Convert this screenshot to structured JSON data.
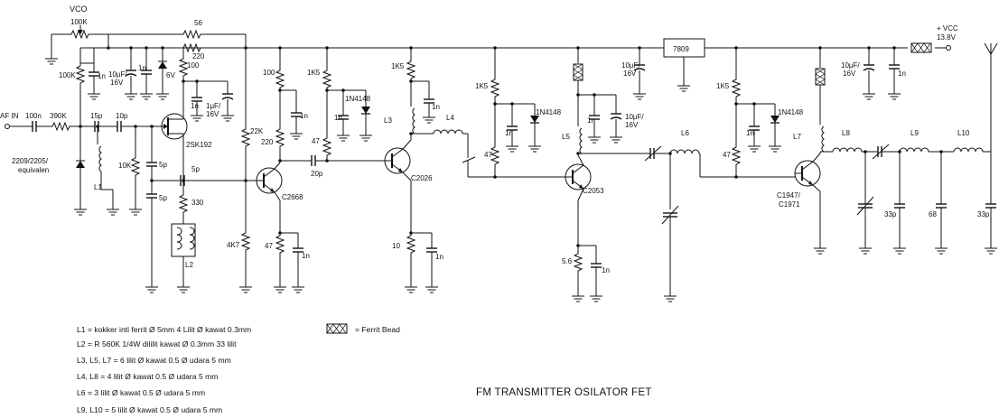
{
  "labels": {
    "vco": "VCO",
    "vcc": "+ VCC",
    "vcc_val": "13.8V",
    "af_in": "AF IN",
    "r_100k_top": "100K",
    "r_100k_left": "100K",
    "r_56": "56",
    "r_220_top": "220",
    "r_100_a": "100",
    "r_390k": "390K",
    "c_100n": "100n",
    "c_15p": "15p",
    "c_10p": "10p",
    "c_1n_a": "1n",
    "c_10uf_a": "10μF/",
    "c_16v_a": "16V",
    "c_1n_b": "1n",
    "z_6v": "6V",
    "c_1n_c": "1n",
    "c_1uf": "1μF/",
    "c_16v_b": "16V",
    "fet": "2SK192",
    "r_22k": "22K",
    "varicap": "2209/2205/",
    "varicap2": "equivalen",
    "l1": "L1",
    "r_10k": "10K",
    "c_5p_a": "5p",
    "c_5p_b": "5p",
    "c_5p_c": "5p",
    "r_330": "330",
    "l2": "L2",
    "r_4k7": "4K7",
    "r_100_b": "100",
    "c_1n_d": "1n",
    "r_220_b": "220",
    "q1": "C2668",
    "r_47_a": "47",
    "c_1n_e": "1n",
    "r_1k5_a": "1K5",
    "d1": "1N4148",
    "c_1n_f": "1n",
    "r_47_b": "47",
    "c_20p": "20p",
    "r_1k5_b": "1K5",
    "c_1n_g": "1n",
    "l3": "L3",
    "l4": "L4",
    "q2": "C2026",
    "r_10": "10",
    "c_1n_h": "1n",
    "r_1k5_c": "1K5",
    "d2": "1N4148",
    "c_1n_i": "1n",
    "r_47_c": "47",
    "c_1n_j": "1n",
    "c_10uf_b": "10μF/",
    "c_16v_c": "16V",
    "c_1n_k": "1n",
    "c_10uf_c": "10μF/",
    "c_16v_d": "16V",
    "l5": "L5",
    "q3": "C2053",
    "r_5_6": "5.6",
    "c_1n_l": "1n",
    "l6": "L6",
    "reg": "7809",
    "r_1k5_d": "1K5",
    "d3": "1N4148",
    "c_1n_m": "1n",
    "r_47_d": "47",
    "c_10uf_d": "10μF/",
    "c_16v_e": "16V",
    "c_1n_n": "1n",
    "l7": "L7",
    "q4": "C1947/",
    "q4b": "C1971",
    "l8": "L8",
    "l9": "L9",
    "l10": "L10",
    "c_33p_a": "33p",
    "c_68": "68",
    "c_33p_b": "33p"
  },
  "notes": [
    "L1 = kokker inti ferrit Ø 5mm 4 Lilit Ø kawat 0.3mm",
    "L2 = R 560K 1/4W dililit kawat Ø 0.3mm 33 lilit",
    "L3, L5, L7 = 6 lilit Ø kawat 0.5 Ø udara 5 mm",
    "L4, L8 = 4 lilit Ø kawat 0.5 Ø udara 5 mm",
    "L6 = 3 lilit Ø kawat 0.5 Ø udara 5 mm",
    "L9, L10 = 5 lilit Ø kawat 0.5 Ø udara 5 mm"
  ],
  "legend_ferrit": "= Ferrit Bead",
  "title": "FM TRANSMITTER OSILATOR FET"
}
